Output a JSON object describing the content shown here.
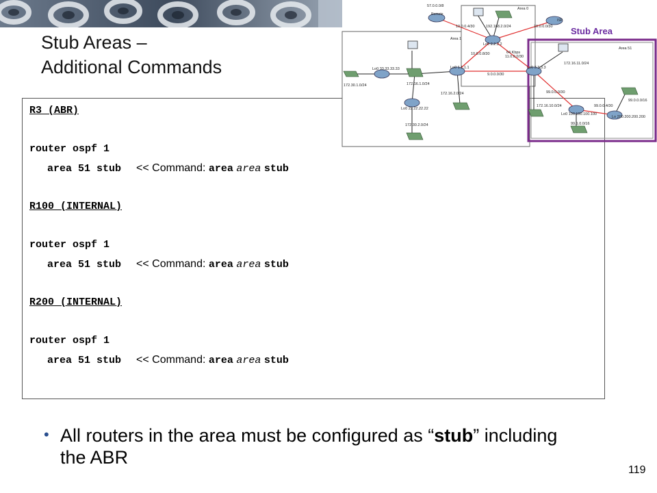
{
  "title": {
    "line1": "Stub Areas –",
    "line2": "Additional Commands"
  },
  "config": {
    "blocks": [
      {
        "router": "R3 (ABR)",
        "cmd1": "router ospf 1",
        "cmd2": "area 51 stub",
        "note_prefix": "<< Command:",
        "note_kw1": "area",
        "note_arg": "area",
        "note_kw2": "stub"
      },
      {
        "router": "R100 (INTERNAL)",
        "cmd1": "router ospf 1",
        "cmd2": "area 51 stub",
        "note_prefix": "<< Command:",
        "note_kw1": "area",
        "note_arg": "area",
        "note_kw2": "stub"
      },
      {
        "router": "R200 (INTERNAL)",
        "cmd1": "router ospf 1",
        "cmd2": "area 51 stub",
        "note_prefix": "<< Command:",
        "note_kw1": "area",
        "note_arg": "area",
        "note_kw2": "stub"
      }
    ]
  },
  "diagram": {
    "stub_area_label": "Stub Area",
    "area0_label": "Area 0",
    "area1_label": "Area 1",
    "area51_label": "Area 51",
    "remote_label": "Remote",
    "isp_label": "ISP",
    "net_57": "57.0.0.0/8",
    "net_10_4": "10.0.0.4/30",
    "net_192": "192.168.2.0/24",
    "net_10_0": "10.0.0.0/30",
    "lo_r2": "Lo0 2.2.2.2",
    "net_10_8": "10.0.0.8/30",
    "bw": "64 Kbps",
    "net_11": "11.0.0.0/30",
    "net_172_30_1": "172.30.1.0/24",
    "lo_33": "Lo0 33.33.33.33",
    "net_172_16_1": "172.16.1.0/24",
    "lo_r1": "Lo0 1.1.1.1",
    "net_9": "9.0.0.0/30",
    "lo_r3": "Lo0 3.3.3.3",
    "net_172_16_11": "172.16.11.0/24",
    "net_172_16_2": "172.16.2.0/24",
    "lo_22": "Lo0 22.22.22.22",
    "net_99_0": "99.0.0.0/30",
    "net_172_16_10": "172.16.10.0/24",
    "net_99_4": "99.0.0.4/30",
    "net_99_0_16": "99.0.0.0/16",
    "lo_100": "Lo0 100.100.100.100",
    "lo_200": "Lo 200.200.200.200",
    "net_172_30_2": "172.30.2.0/24",
    "net_99_1": "99.1.0.0/16",
    "colors": {
      "stub_border": "#7a2a8a",
      "stub_text": "#6a2aa0",
      "serial_link": "#e03030",
      "ethernet_link": "#222222"
    }
  },
  "bullet": {
    "pre": "All routers in the area must be configured as “",
    "bold": "stub",
    "post": "” including the ABR"
  },
  "page_number": "119"
}
